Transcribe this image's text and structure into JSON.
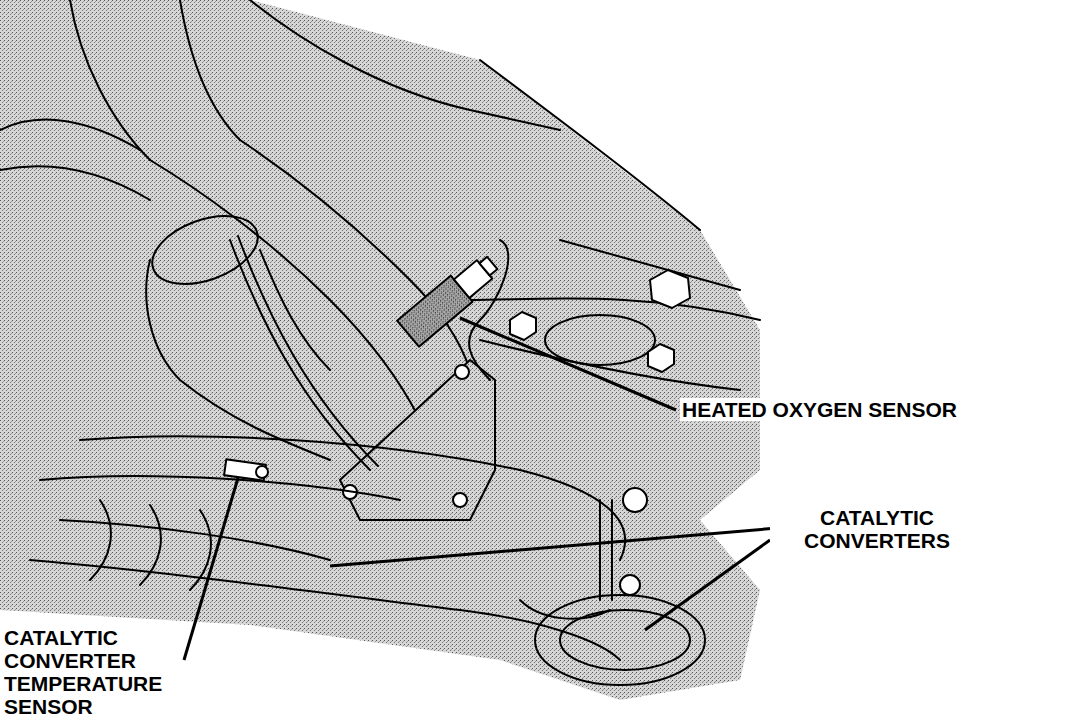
{
  "diagram": {
    "labels": [
      "HEATED OXYGEN SENSOR",
      "CATALYTIC CONVERTERS",
      "CATALYTIC CONVERTER TEMPERATURE SENSOR"
    ]
  }
}
